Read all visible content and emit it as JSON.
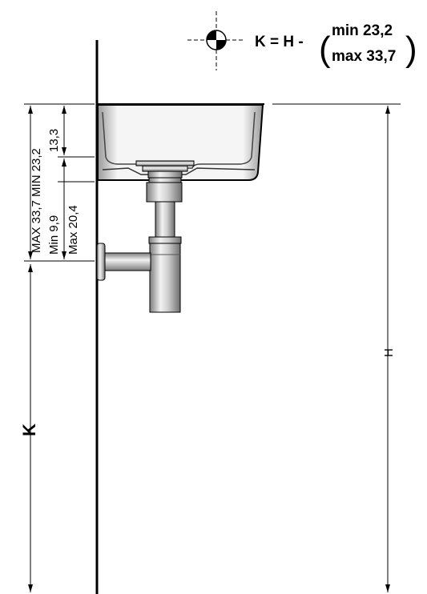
{
  "formula": {
    "lhs": "K = H -",
    "open_paren": "(",
    "min_line": "min 23,2",
    "max_line": "max 33,7",
    "close_paren": ")"
  },
  "symbol": {
    "icon": "center-of-gravity-icon"
  },
  "dimensions": {
    "max_min_total": "MAX 33,7  MIN 23,2",
    "basin_depth": "13,3",
    "min_drop": "Min 9,9",
    "max_drop": "Max 20,4",
    "k_label": "K",
    "h_label": "H"
  },
  "colors": {
    "line": "#000000",
    "chrome_light": "#e4e4e4",
    "chrome_dark": "#8a8a8a"
  }
}
